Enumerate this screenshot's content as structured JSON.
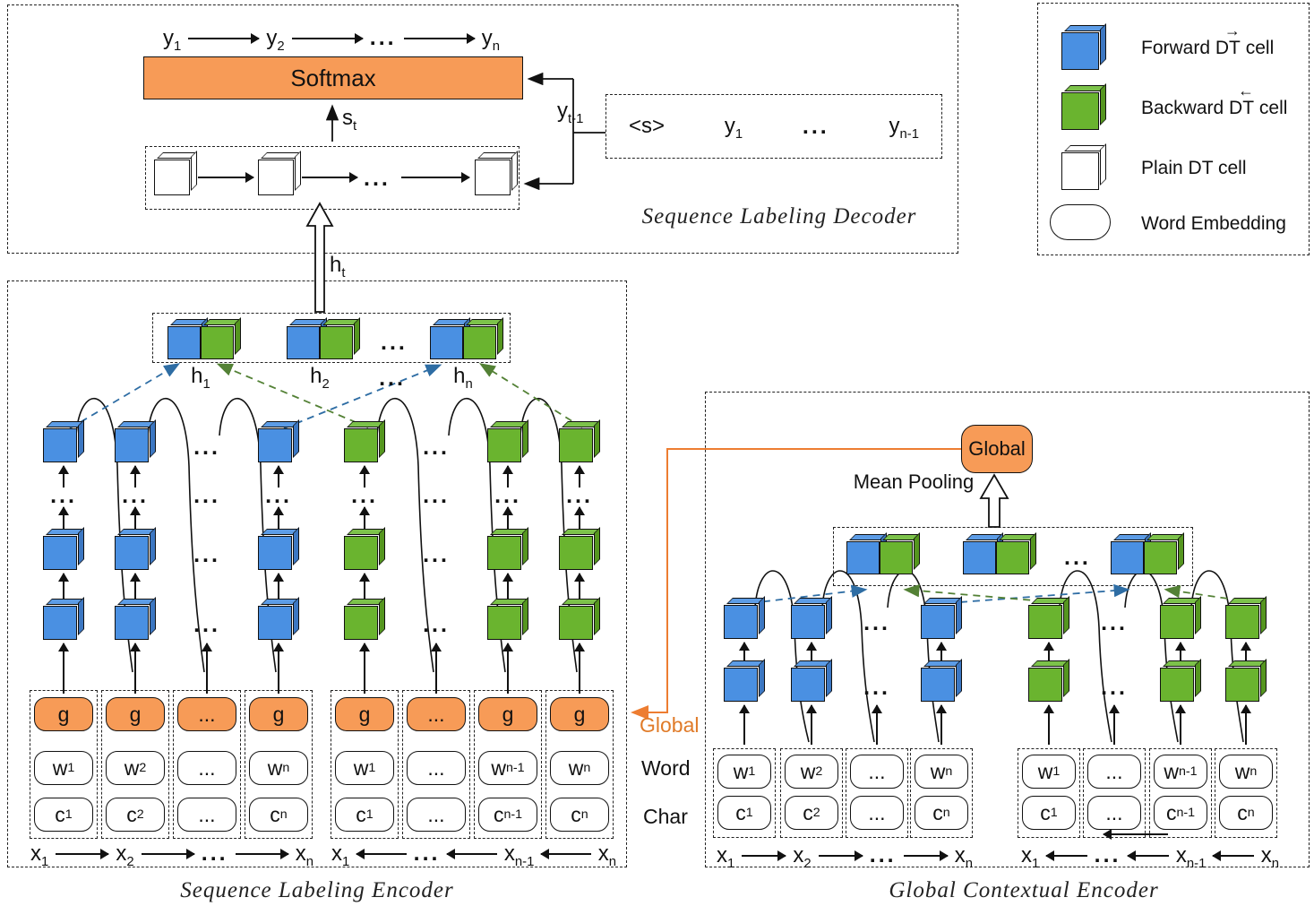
{
  "colors": {
    "forward_blue": "#4a90e2",
    "backward_green": "#6ab42f",
    "embed_orange": "#f79b57",
    "line_orange": "#ed7d31"
  },
  "ellipsis": "...",
  "decoder": {
    "title": "Sequence Labeling Decoder",
    "softmax_label": "Softmax",
    "output_sequence": [
      "y_1",
      "y_2",
      "y_n"
    ],
    "state_label": "s_t",
    "hidden_label": "h_t",
    "prev_label": "y_t-1",
    "history": [
      "<s>",
      "y_1",
      "y_n-1"
    ]
  },
  "legend": {
    "forward": {
      "pre": "Forward",
      "dt": "DT",
      "post": "cell",
      "arrow": "→"
    },
    "backward": {
      "pre": "Backward",
      "dt": "DT",
      "post": "cell",
      "arrow": "←"
    },
    "plain": "Plain DT cell",
    "embedding": "Word Embedding"
  },
  "labeling_encoder": {
    "title": "Sequence Labeling Encoder",
    "h_labels": [
      "h_1",
      "h_2",
      "h_n"
    ],
    "g": "g",
    "forward_cols": [
      {
        "w": "w_1",
        "c": "c_1"
      },
      {
        "w": "w_2",
        "c": "c_2"
      },
      {
        "w": "w_n",
        "c": "c_n"
      }
    ],
    "backward_cols": [
      {
        "w": "w_1",
        "c": "c_1"
      },
      {
        "w": "w_n-1",
        "c": "c_n-1"
      },
      {
        "w": "w_n",
        "c": "c_n"
      }
    ],
    "forward_x": [
      "x_1",
      "x_2",
      "x_n"
    ],
    "backward_x": [
      "x_1",
      "x_n-1",
      "x_n"
    ]
  },
  "side_labels": {
    "global": "Global",
    "word": "Word",
    "char": "Char"
  },
  "global_encoder": {
    "title": "Global Contextual Encoder",
    "global_node": "Global",
    "mean_pooling": "Mean Pooling",
    "forward_cols": [
      {
        "w": "w_1",
        "c": "c_1"
      },
      {
        "w": "w_2",
        "c": "c_2"
      },
      {
        "w": "w_n",
        "c": "c_n"
      }
    ],
    "backward_cols": [
      {
        "w": "w_1",
        "c": "c_1"
      },
      {
        "w": "w_n-1",
        "c": "c_n-1"
      },
      {
        "w": "w_n",
        "c": "c_n"
      }
    ],
    "forward_x": [
      "x_1",
      "x_2",
      "x_n"
    ],
    "backward_x": [
      "x_1",
      "x_n-1",
      "x_n"
    ]
  }
}
